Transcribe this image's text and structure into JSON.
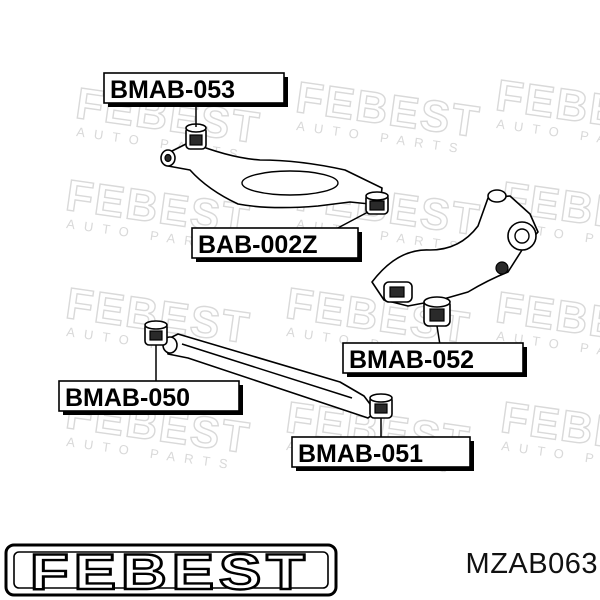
{
  "watermark": {
    "brand": "FEBEST",
    "tagline": "AUTO PARTS"
  },
  "labels": [
    {
      "id": "bmab-053",
      "text": "BMAB-053"
    },
    {
      "id": "bab-002z",
      "text": "BAB-002Z"
    },
    {
      "id": "bmab-052",
      "text": "BMAB-052"
    },
    {
      "id": "bmab-050",
      "text": "BMAB-050"
    },
    {
      "id": "bmab-051",
      "text": "BMAB-051"
    }
  ],
  "footer": {
    "logo": "FEBEST",
    "part_code": "MZAB063"
  },
  "colors": {
    "ink": "#000000",
    "watermark": "#d9d9d9",
    "background": "#ffffff"
  }
}
